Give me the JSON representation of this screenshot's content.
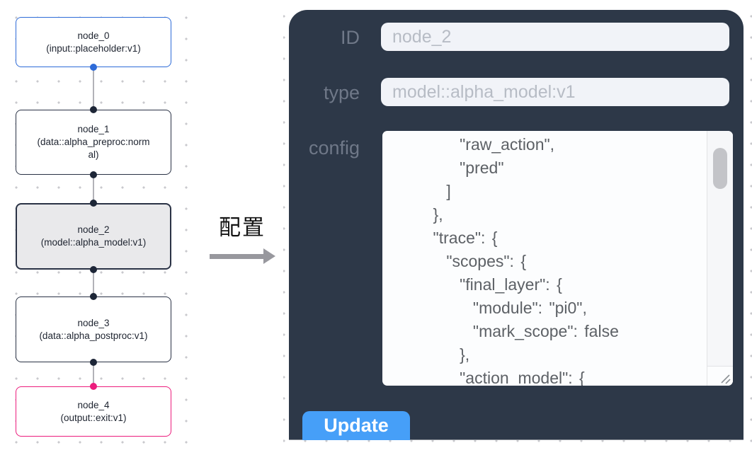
{
  "flow": {
    "nodes": [
      {
        "title": "node_0",
        "subtitle": "(input::placeholder:v1)",
        "kind": "input"
      },
      {
        "title": "node_1",
        "subtitle": "(data::alpha_preproc:normal)",
        "kind": "data"
      },
      {
        "title": "node_2",
        "subtitle": "(model::alpha_model:v1)",
        "kind": "model",
        "selected": true
      },
      {
        "title": "node_3",
        "subtitle": "(data::alpha_postproc:v1)",
        "kind": "data"
      },
      {
        "title": "node_4",
        "subtitle": "(output::exit:v1)",
        "kind": "output"
      }
    ],
    "colors": {
      "input_accent": "#2e6bd8",
      "default_accent": "#2a3245",
      "output_accent": "#ec1d7d",
      "selected_bg": "#e9e9eb",
      "edge": "#b2b2b8"
    }
  },
  "transition": {
    "label": "配置",
    "arrow_color": "#98989e"
  },
  "panel": {
    "bg": "#2d3848",
    "accent": "#469ff8",
    "fields": {
      "id": {
        "label": "ID",
        "value": "node_2"
      },
      "type": {
        "label": "type",
        "value": "model::alpha_model:v1"
      },
      "config": {
        "label": "config",
        "lines": [
          "        \"raw_action\",",
          "        \"pred\"",
          "      ]",
          "    },",
          "    \"trace\": {",
          "      \"scopes\": {",
          "        \"final_layer\": {",
          "          \"module\": \"pi0\",",
          "          \"mark_scope\": false",
          "        },",
          "        \"action_model\": {"
        ]
      }
    },
    "update_label": "Update"
  }
}
